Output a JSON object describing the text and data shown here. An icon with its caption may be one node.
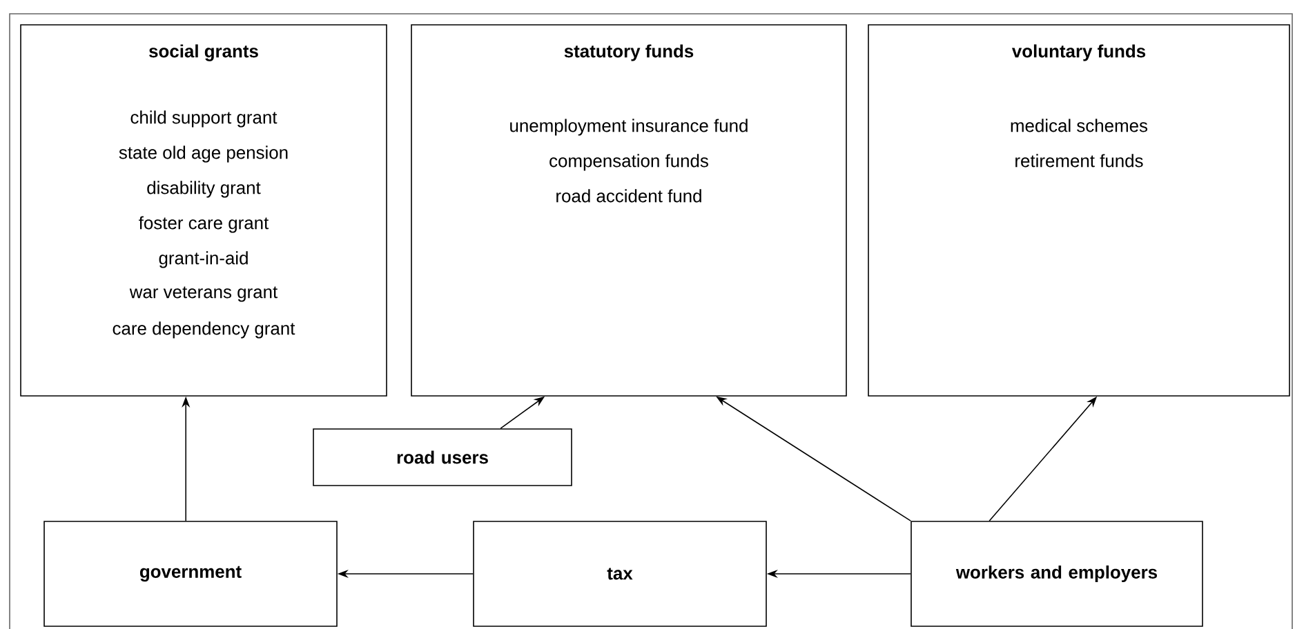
{
  "diagram": {
    "nodes": [
      {
        "text": [
          "social grants",
          "child support grant",
          "state old age pension",
          "disability grant",
          "foster care grant",
          "grant-in-aid",
          "war veterans grant",
          "care dependency grant"
        ]
      },
      {
        "text": [
          "statutory funds",
          "unemployment insurance fund",
          "compensation funds",
          "road accident fund"
        ]
      },
      {
        "text": [
          "voluntary funds",
          "medical schemes",
          "retirement funds"
        ]
      },
      {
        "text": [
          "road users"
        ]
      },
      {
        "text": [
          "government"
        ]
      },
      {
        "text": [
          "tax"
        ]
      },
      {
        "text": [
          "workers and employers"
        ]
      }
    ],
    "edges": [
      {
        "from": 4,
        "to": 0,
        "arrow": "to"
      },
      {
        "from": 3,
        "to": 1,
        "arrow": "to"
      },
      {
        "from": 6,
        "to": 1,
        "arrow": "to"
      },
      {
        "from": 6,
        "to": 2,
        "arrow": "to"
      },
      {
        "from": 6,
        "to": 5,
        "arrow": "to"
      },
      {
        "from": 5,
        "to": 4,
        "arrow": "to"
      }
    ]
  }
}
